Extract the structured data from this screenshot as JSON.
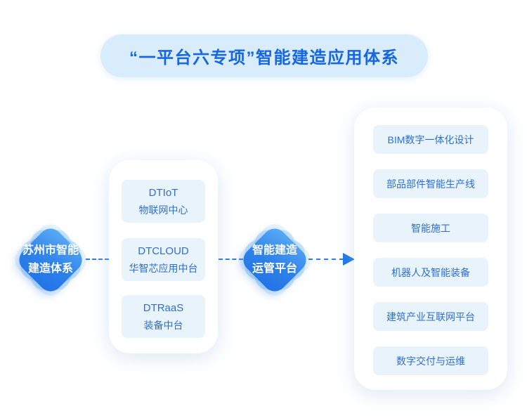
{
  "title": {
    "text": "“一平台六专项”智能建造应用体系"
  },
  "left_node": {
    "line1": "苏州市智能",
    "line2": "建造体系"
  },
  "center_node": {
    "line1": "智能建造",
    "line2": "运管平台"
  },
  "middle_panel": {
    "items": [
      {
        "en": "DTIoT",
        "zh": "物联网中心"
      },
      {
        "en": "DTCLOUD",
        "zh": "华智芯应用中台"
      },
      {
        "en": "DTRaaS",
        "zh": "装备中台"
      }
    ]
  },
  "right_panel": {
    "items": [
      {
        "label": "BIM数字一体化设计"
      },
      {
        "label": "部品部件智能生产线"
      },
      {
        "label": "智能施工"
      },
      {
        "label": "机器人及智能装备"
      },
      {
        "label": "建筑产业互联网平台"
      },
      {
        "label": "数字交付与运维"
      }
    ]
  },
  "colors": {
    "title_bg": "#d9ecfb",
    "title_text": "#1766e2",
    "node_gradient_top": "#5cadf6",
    "node_gradient_bottom": "#2173e6",
    "node_text": "#ffffff",
    "chip_bg": "#e8f3fc",
    "chip_text": "#2e6fd6",
    "connector": "#2d7de9",
    "background": "#ffffff"
  }
}
